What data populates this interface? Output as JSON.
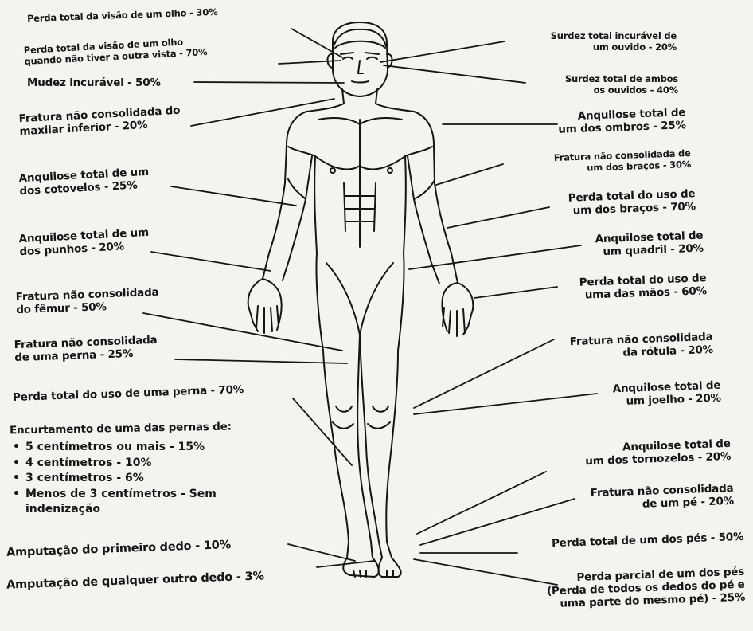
{
  "left_labels": [
    {
      "id": "vision-one-eye",
      "lines": [
        "Perda total da visão de um olho  -  30%"
      ]
    },
    {
      "id": "vision-no-other",
      "lines": [
        "Perda total da visão de um olho",
        "quando não tiver a outra vista  -  70%"
      ]
    },
    {
      "id": "mutism",
      "lines": [
        "Mudez incurável  -  50%"
      ]
    },
    {
      "id": "jaw-fracture",
      "lines": [
        "Fratura não consolidada do",
        "maxilar inferior  -  20%"
      ]
    },
    {
      "id": "elbow-ankylosis",
      "lines": [
        "Anquilose total de um",
        "dos cotovelos  -  25%"
      ]
    },
    {
      "id": "wrist-ankylosis",
      "lines": [
        "Anquilose total de um",
        "dos punhos  -  20%"
      ]
    },
    {
      "id": "femur-fracture",
      "lines": [
        "Fratura não consolidada",
        "do fêmur  -  50%"
      ]
    },
    {
      "id": "leg-fracture",
      "lines": [
        "Fratura não consolidada",
        "de uma perna  -  25%"
      ]
    },
    {
      "id": "leg-use-loss",
      "lines": [
        "Perda total do uso de uma perna  -  70%"
      ]
    }
  ],
  "shortening": {
    "title": "Encurtamento de uma das pernas de:",
    "items": [
      "5 centímetros ou mais  -  15%",
      "4 centímetros  -  10%",
      "3 centímetros  -  6%"
    ],
    "last_item": [
      "Menos de 3 centímetros  -  Sem",
      "indenização"
    ]
  },
  "bottom_left": [
    {
      "id": "first-toe",
      "text": "Amputação do primeiro dedo  -  10%"
    },
    {
      "id": "other-toe",
      "text": "Amputação de qualquer outro dedo  -  3%"
    }
  ],
  "right_labels": [
    {
      "id": "deaf-one-ear",
      "lines": [
        "Surdez total incurável de",
        "um ouvido  -  20%"
      ]
    },
    {
      "id": "deaf-both-ears",
      "lines": [
        "Surdez total de ambos",
        "os ouvidos  -  40%"
      ]
    },
    {
      "id": "shoulder-ankylosis",
      "lines": [
        "Anquilose total de",
        "um dos ombros  -  25%"
      ]
    },
    {
      "id": "arm-fracture",
      "lines": [
        "Fratura não consolidada de",
        "um dos braços  -  30%"
      ]
    },
    {
      "id": "arm-use-loss",
      "lines": [
        "Perda total do uso de",
        "um dos braços  -  70%"
      ]
    },
    {
      "id": "hip-ankylosis",
      "lines": [
        "Anquilose total de",
        "um quadril  -  20%"
      ]
    },
    {
      "id": "hand-use-loss",
      "lines": [
        "Perda total do uso de",
        "uma das mãos  -  60%"
      ]
    },
    {
      "id": "kneecap-fracture",
      "lines": [
        "Fratura não consolidada",
        "da rótula  -  20%"
      ]
    },
    {
      "id": "knee-ankylosis",
      "lines": [
        "Anquilose total de",
        "um joelho  -  20%"
      ]
    },
    {
      "id": "ankle-ankylosis",
      "lines": [
        "Anquilose total de",
        "um dos tornozelos  -  20%"
      ]
    },
    {
      "id": "foot-fracture",
      "lines": [
        "Fratura não consolidada",
        "de um pé  -  20%"
      ]
    },
    {
      "id": "foot-loss",
      "lines": [
        "Perda total de um dos pés  -  50%"
      ]
    },
    {
      "id": "partial-foot-loss",
      "lines": [
        "Perda parcial de um dos pés",
        "(Perda de todos os dedos do pé e",
        "uma parte do mesmo pé)  -  25%"
      ]
    }
  ],
  "colors": {
    "ink": "#151515",
    "paper": "#f4f3ef"
  }
}
